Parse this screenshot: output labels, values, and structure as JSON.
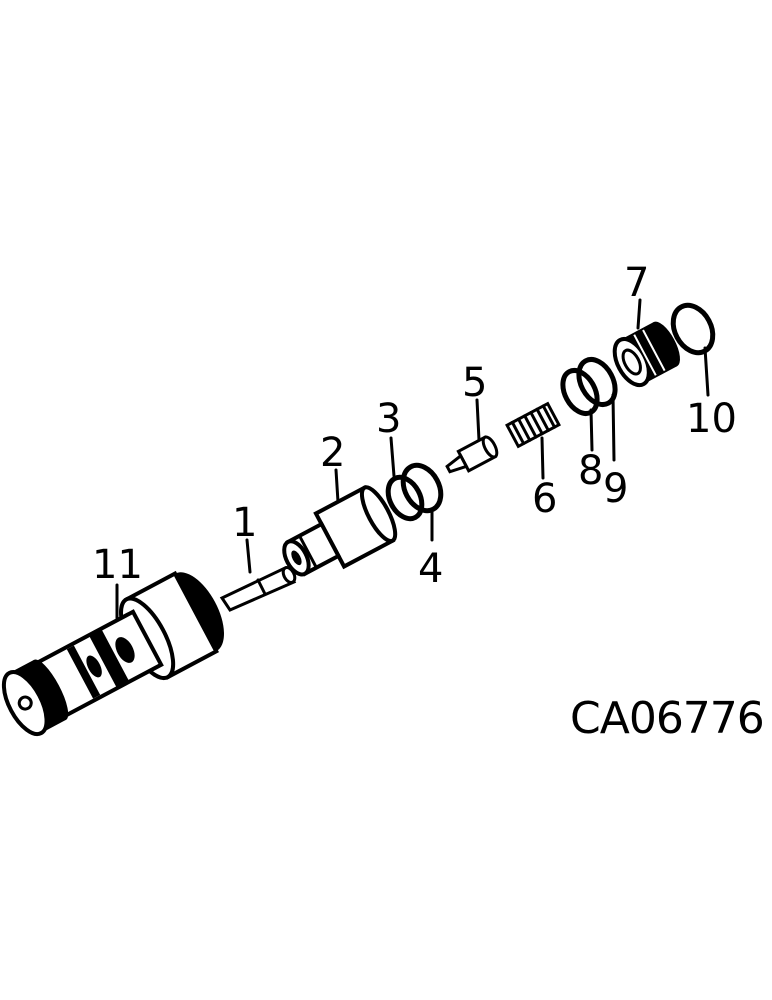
{
  "callouts": {
    "p1": "1",
    "p2": "2",
    "p3": "3",
    "p4": "4",
    "p5": "5",
    "p6": "6",
    "p7": "7",
    "p8": "8",
    "p9": "9",
    "p10": "10",
    "p11": "11"
  },
  "drawing_code": "CA06776"
}
